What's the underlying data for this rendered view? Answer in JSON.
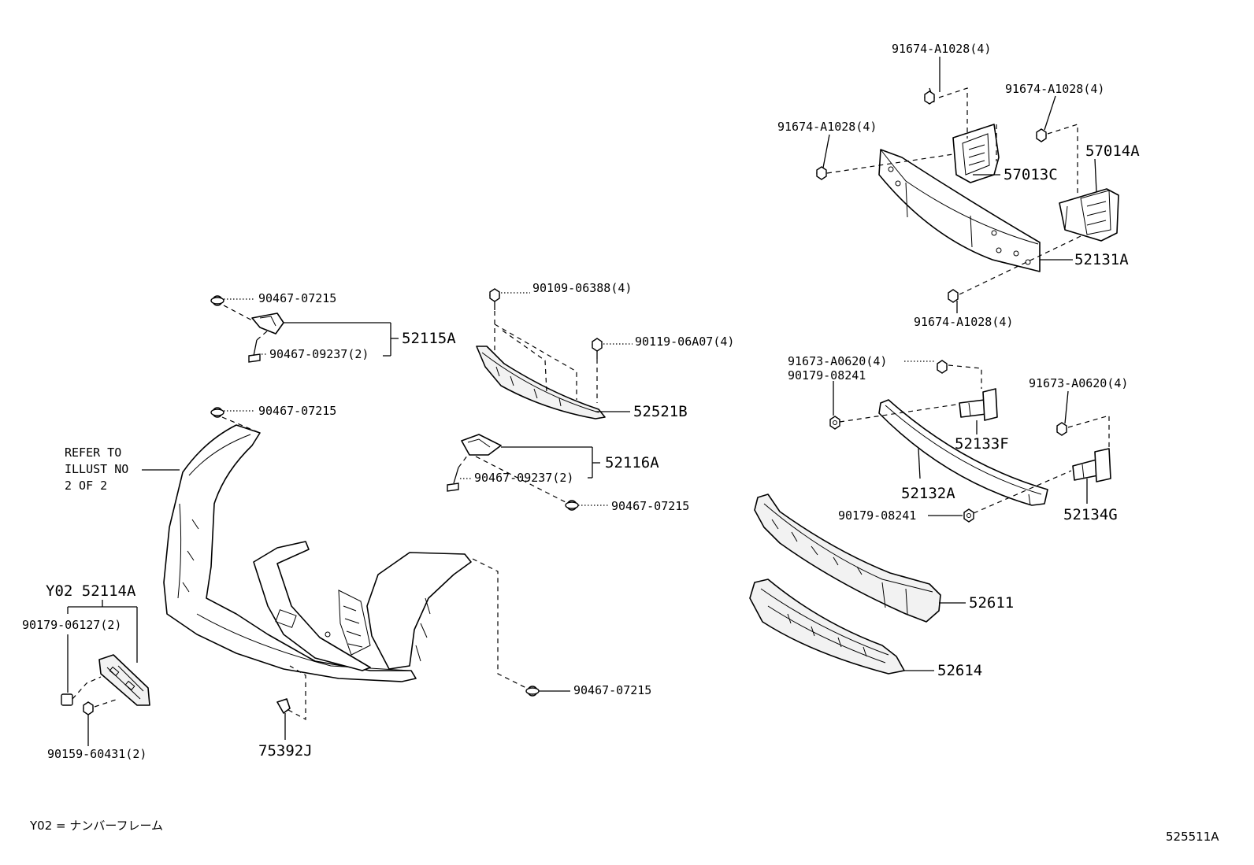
{
  "labels": {
    "p91674_top": "91674-A1028(4)",
    "p91674_right": "91674-A1028(4)",
    "p91674_left": "91674-A1028(4)",
    "p91674_bottom": "91674-A1028(4)",
    "p57014A": "57014A",
    "p57013C": "57013C",
    "p52131A": "52131A",
    "p90467_a": "90467-07215",
    "p90467_09237_a": "90467-09237(2)",
    "p52115A": "52115A",
    "p90109": "90109-06388(4)",
    "p90119": "90119-06A07(4)",
    "p52521B": "52521B",
    "p90467_b": "90467-07215",
    "refer_line1": "REFER TO",
    "refer_line2": "ILLUST NO",
    "refer_line3": "2 OF 2",
    "p52116A": "52116A",
    "p90467_09237_b": "90467-09237(2)",
    "p90467_c": "90467-07215",
    "p91673_left": "91673-A0620(4)",
    "p90179_08241_a": "90179-08241",
    "p91673_right": "91673-A0620(4)",
    "p52133F": "52133F",
    "p52132A": "52132A",
    "p90179_08241_b": "90179-08241",
    "p52134G": "52134G",
    "p52114A": "Y02 52114A",
    "p90179_06127": "90179-06127(2)",
    "p90159": "90159-60431(2)",
    "p52611": "52611",
    "p52614": "52614",
    "p90467_d": "90467-07215",
    "p75392J": "75392J",
    "footnote": "Y02 = ナンバーフレーム",
    "illustration_id": "525511A"
  }
}
